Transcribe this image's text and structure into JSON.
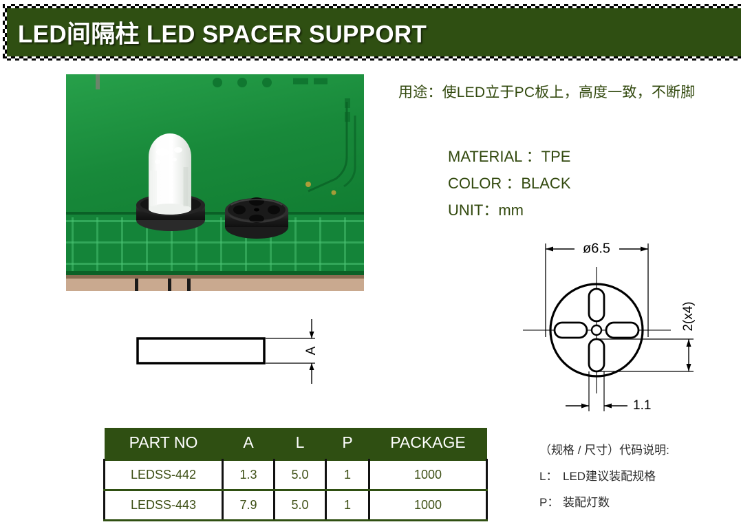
{
  "header": {
    "title": "LED间隔柱 LED SPACER SUPPORT",
    "bg_color": "#2f4f12",
    "text_color": "#ffffff"
  },
  "photo": {
    "alt_name": "led-spacer-support-on-pcb-photo",
    "description": "白色LED插在黑色间隔柱中，立于绿色PC板上，旁边放置一颗单独的黑色间隔柱"
  },
  "info": {
    "usage_line": "用途：使LED立于PC板上，高度一致，不断脚",
    "specs": [
      "MATERIAL ：TPE",
      "COLOR ：BLACK",
      "UNIT：mm"
    ],
    "text_color": "#32490e"
  },
  "side_view": {
    "dimension_label": "A"
  },
  "top_view": {
    "diameter_label": "ø6.5",
    "slot_label": "2(x4)",
    "center_label": "1.1"
  },
  "table": {
    "columns": [
      "PART NO",
      "A",
      "L",
      "P",
      "PACKAGE"
    ],
    "rows": [
      {
        "part_no": "LEDSS-442",
        "a": "1.3",
        "l": "5.0",
        "p": "1",
        "package": "1000"
      },
      {
        "part_no": "LEDSS-443",
        "a": "7.9",
        "l": "5.0",
        "p": "1",
        "package": "1000"
      }
    ],
    "header_bg": "#2f4f12",
    "header_color": "#ffffff",
    "cell_color": "#3e5016"
  },
  "legend": {
    "title": "（规格 / 尺寸）代码说明:",
    "items": [
      {
        "key": "L：",
        "desc": "LED建议装配规格"
      },
      {
        "key": "P：",
        "desc": "装配灯数"
      }
    ]
  }
}
